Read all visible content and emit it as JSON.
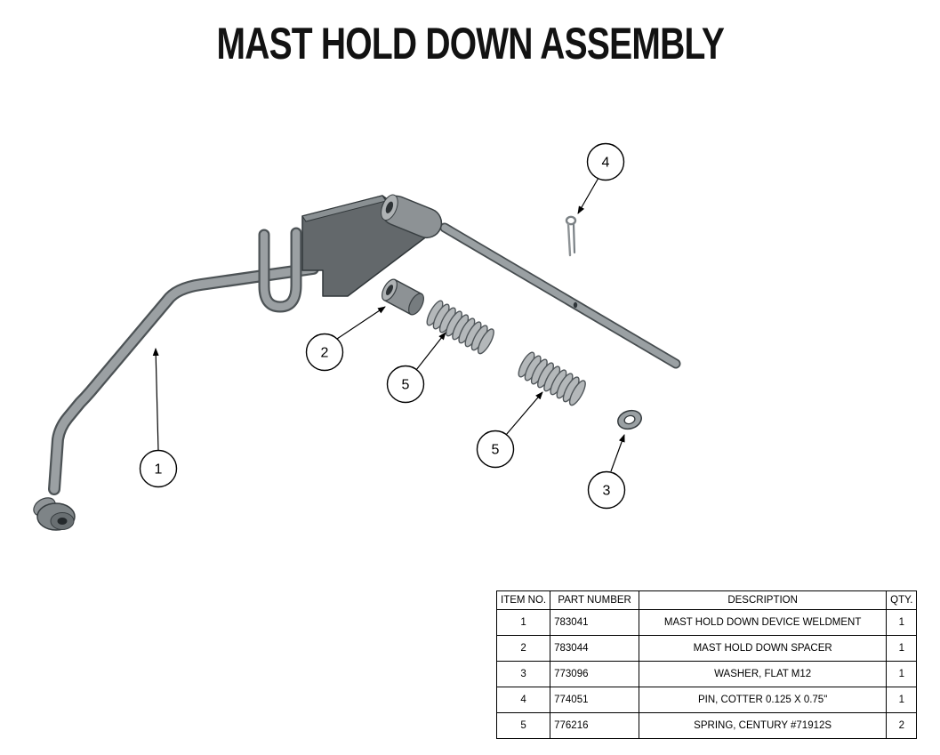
{
  "title": "MAST HOLD DOWN ASSEMBLY",
  "colors": {
    "part_gray": "#9ba0a3",
    "plate_gray": "#63686b",
    "outline_gray": "#4d5356",
    "text_black": "#000000"
  },
  "balloons": [
    {
      "label": "1",
      "points_to": "weldment-tube"
    },
    {
      "label": "2",
      "points_to": "spacer"
    },
    {
      "label": "3",
      "points_to": "washer"
    },
    {
      "label": "4",
      "points_to": "cotter-pin"
    },
    {
      "label": "5",
      "points_to": "spring-upper"
    },
    {
      "label": "5",
      "points_to": "spring-lower"
    }
  ],
  "table": {
    "headers": [
      "ITEM NO.",
      "PART NUMBER",
      "DESCRIPTION",
      "QTY."
    ],
    "rows": [
      [
        "1",
        "783041",
        "MAST HOLD DOWN DEVICE WELDMENT",
        "1"
      ],
      [
        "2",
        "783044",
        "MAST HOLD DOWN SPACER",
        "1"
      ],
      [
        "3",
        "773096",
        "WASHER, FLAT M12",
        "1"
      ],
      [
        "4",
        "774051",
        "PIN, COTTER 0.125 X 0.75\"",
        "1"
      ],
      [
        "5",
        "776216",
        "SPRING, CENTURY #71912S",
        "2"
      ]
    ]
  }
}
